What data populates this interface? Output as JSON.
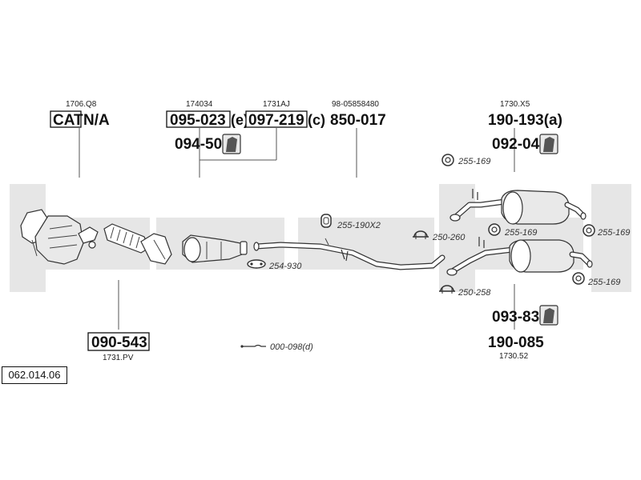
{
  "catalog_number": "062.014.06",
  "labels": {
    "cat_ref": "1706.Q8",
    "cat_box": "CAT",
    "cat_na": "N/A",
    "ref_174034": "174034",
    "ref_1731AJ": "1731AJ",
    "ref_98": "98-05858480",
    "pn_095_023": "095-023",
    "suf_e": "(e)",
    "pn_097_219": "097-219",
    "suf_c": "(c)",
    "pn_850_017": "850-017",
    "pn_094_500": "094-500",
    "ref_1730X5": "1730.X5",
    "pn_190_193": "190-193(a)",
    "pn_092_040": "092-040",
    "acc_255_169_top": "255-169",
    "acc_255_190x2": "255-190X2",
    "acc_250_260": "250-260",
    "acc_254_930": "254-930",
    "acc_255_169_mid": "255-169",
    "acc_255_169_right": "255-169",
    "acc_255_169_lower": "255-169",
    "acc_250_258": "250-258",
    "pn_093_839": "093-839",
    "pn_190_085": "190-085",
    "ref_1730_52": "1730.52",
    "pn_090_543": "090-543",
    "ref_1731PV": "1731.PV",
    "acc_000_098": "000-098(d)"
  }
}
